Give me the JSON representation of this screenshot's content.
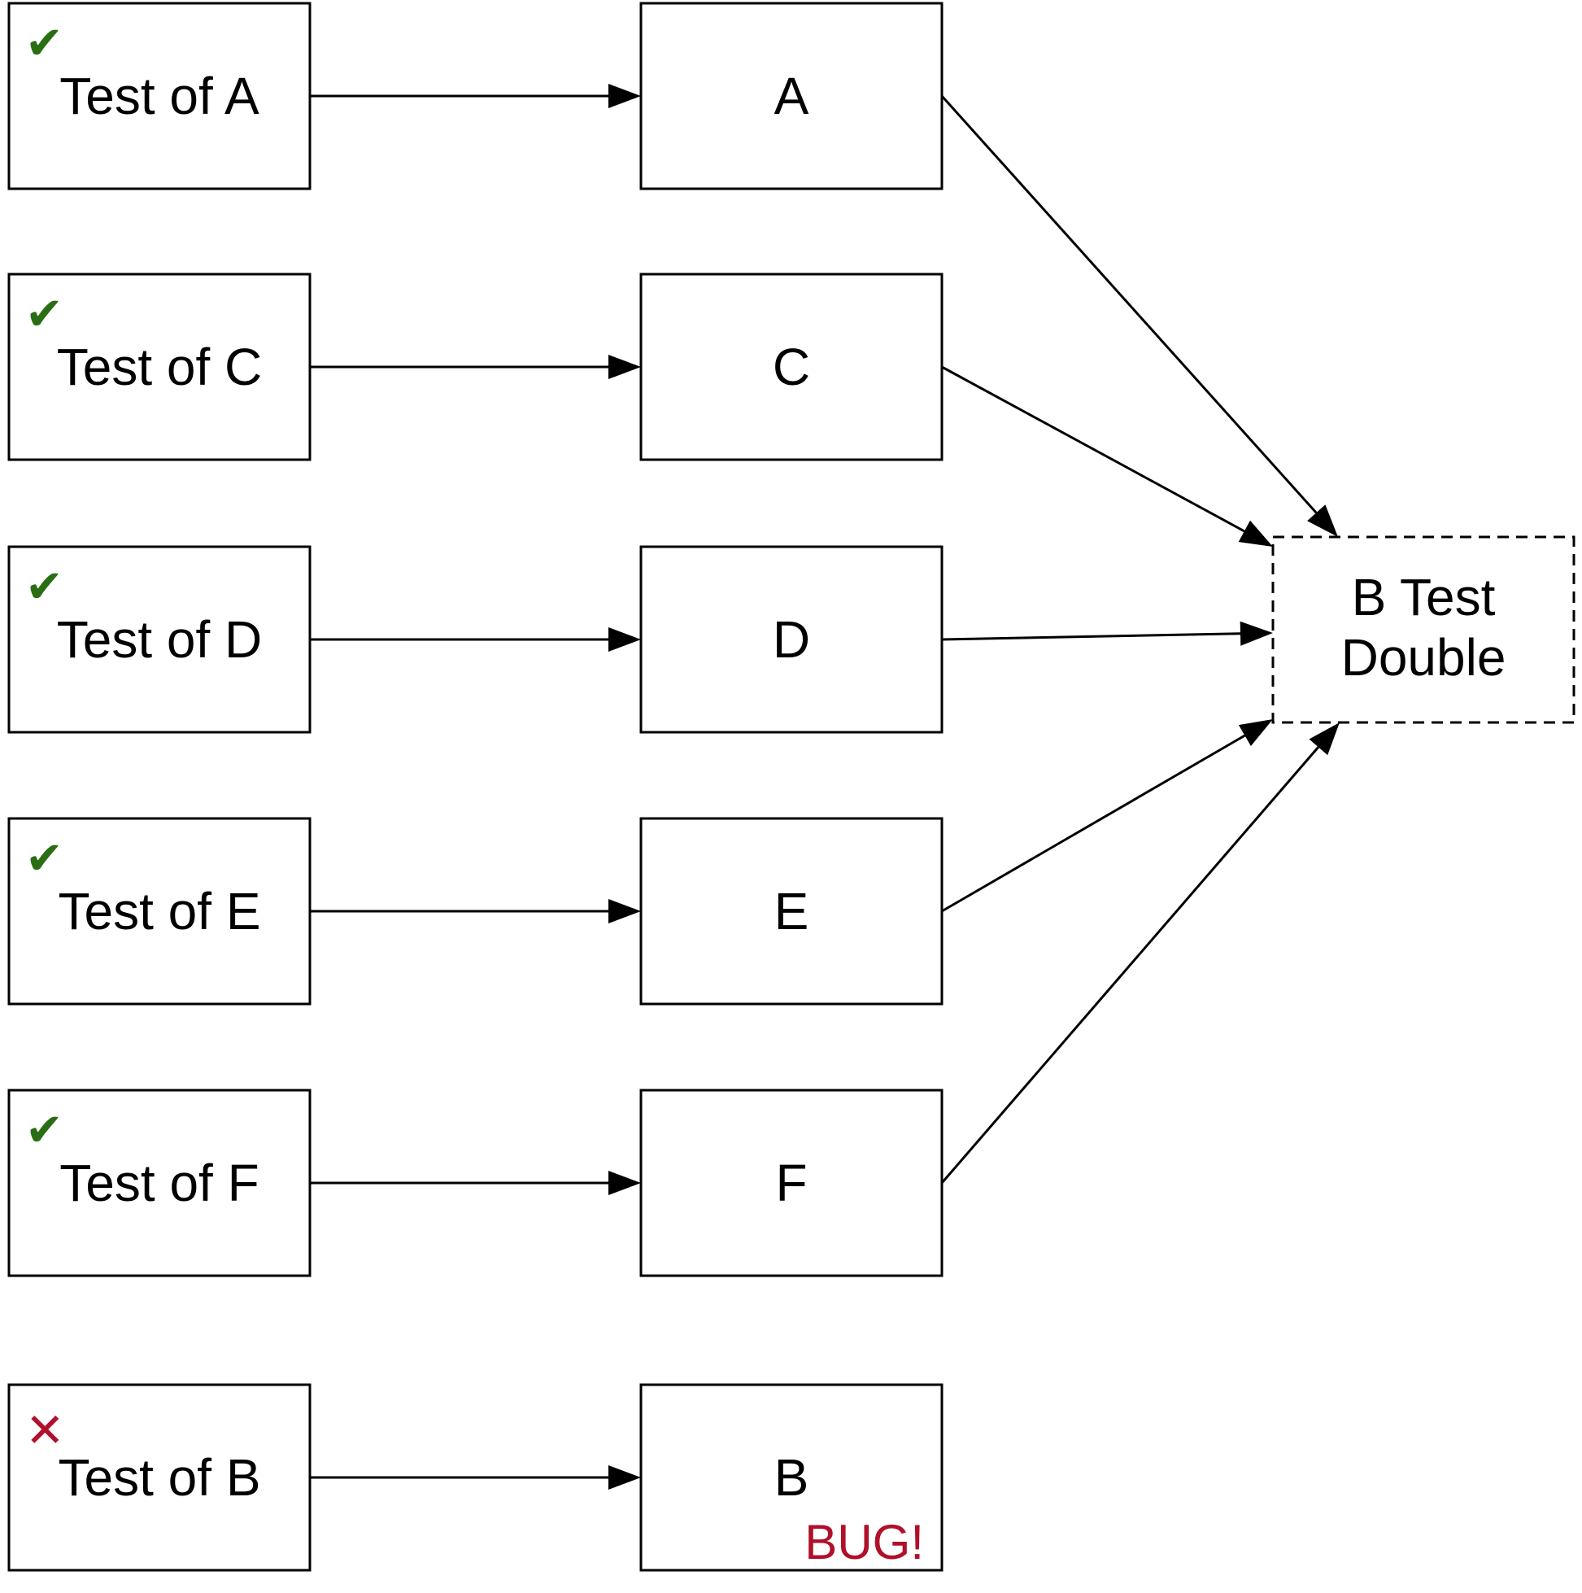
{
  "colors": {
    "pass": "#2a6e14",
    "fail": "#b0102a",
    "stroke": "#000000"
  },
  "tests": [
    {
      "id": "A",
      "label": "Test of A",
      "status": "pass",
      "status_icon": "check-mark-icon",
      "status_glyph": "✔"
    },
    {
      "id": "C",
      "label": "Test of C",
      "status": "pass",
      "status_icon": "check-mark-icon",
      "status_glyph": "✔"
    },
    {
      "id": "D",
      "label": "Test of D",
      "status": "pass",
      "status_icon": "check-mark-icon",
      "status_glyph": "✔"
    },
    {
      "id": "E",
      "label": "Test of E",
      "status": "pass",
      "status_icon": "check-mark-icon",
      "status_glyph": "✔"
    },
    {
      "id": "F",
      "label": "Test of F",
      "status": "pass",
      "status_icon": "check-mark-icon",
      "status_glyph": "✔"
    },
    {
      "id": "B",
      "label": "Test of B",
      "status": "fail",
      "status_icon": "cross-mark-icon",
      "status_glyph": "✕"
    }
  ],
  "modules": [
    {
      "id": "A",
      "label": "A"
    },
    {
      "id": "C",
      "label": "C"
    },
    {
      "id": "D",
      "label": "D"
    },
    {
      "id": "E",
      "label": "E"
    },
    {
      "id": "F",
      "label": "F"
    },
    {
      "id": "B",
      "label": "B",
      "note": "BUG!"
    }
  ],
  "test_double": {
    "label_line1": "B Test",
    "label_line2": "Double"
  },
  "edges": [
    {
      "from": "test-A",
      "to": "module-A"
    },
    {
      "from": "test-C",
      "to": "module-C"
    },
    {
      "from": "test-D",
      "to": "module-D"
    },
    {
      "from": "test-E",
      "to": "module-E"
    },
    {
      "from": "test-F",
      "to": "module-F"
    },
    {
      "from": "test-B",
      "to": "module-B"
    },
    {
      "from": "module-A",
      "to": "b-test-double"
    },
    {
      "from": "module-C",
      "to": "b-test-double"
    },
    {
      "from": "module-D",
      "to": "b-test-double"
    },
    {
      "from": "module-E",
      "to": "b-test-double"
    },
    {
      "from": "module-F",
      "to": "b-test-double"
    }
  ]
}
